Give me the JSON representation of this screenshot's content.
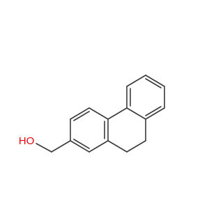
{
  "molecule": {
    "atoms": [
      {
        "id": "O",
        "element": "O",
        "label": "HO",
        "color": "#e8000b"
      }
    ],
    "label_color": "#e8000b",
    "bond_color": "#3a3a3a"
  }
}
